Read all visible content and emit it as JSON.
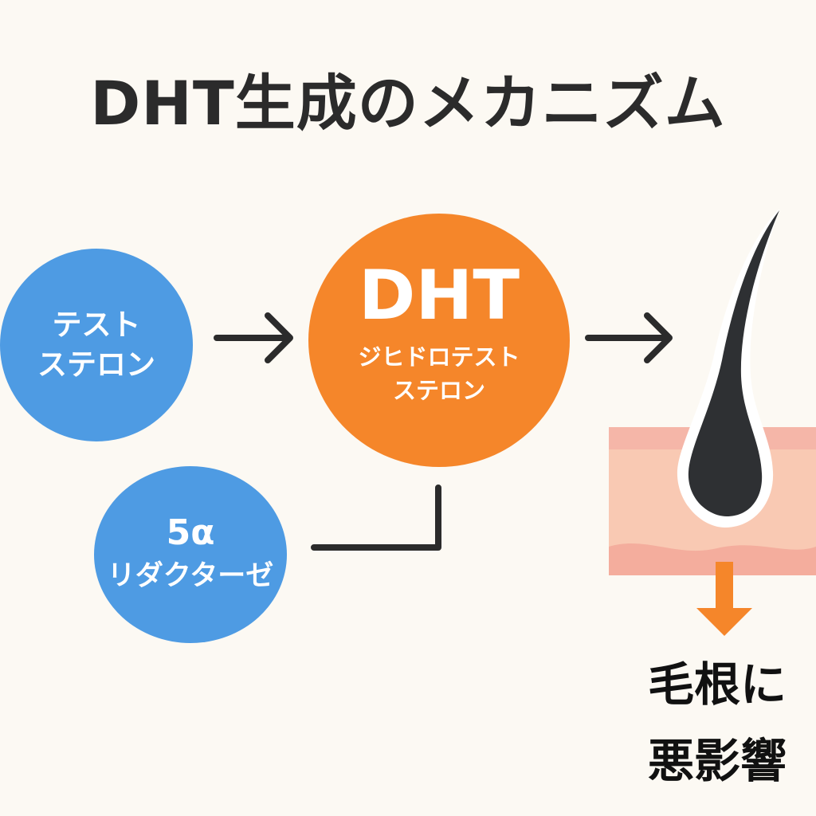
{
  "title": "DHT生成のメカニズム",
  "testosterone": {
    "line1": "テスト",
    "line2": "ステロン",
    "color": "#4e9be3"
  },
  "enzyme": {
    "main": "5α",
    "sub": "リダクターゼ",
    "color": "#4e9be3"
  },
  "dht": {
    "main": "DHT",
    "sub_line1": "ジヒドロテスト",
    "sub_line2": "ステロン",
    "color": "#f5862a"
  },
  "result": {
    "line1": "毛根に",
    "line2": "悪影響"
  },
  "icons": [
    "right-arrow-icon",
    "hair-follicle-icon",
    "down-arrow-icon"
  ]
}
